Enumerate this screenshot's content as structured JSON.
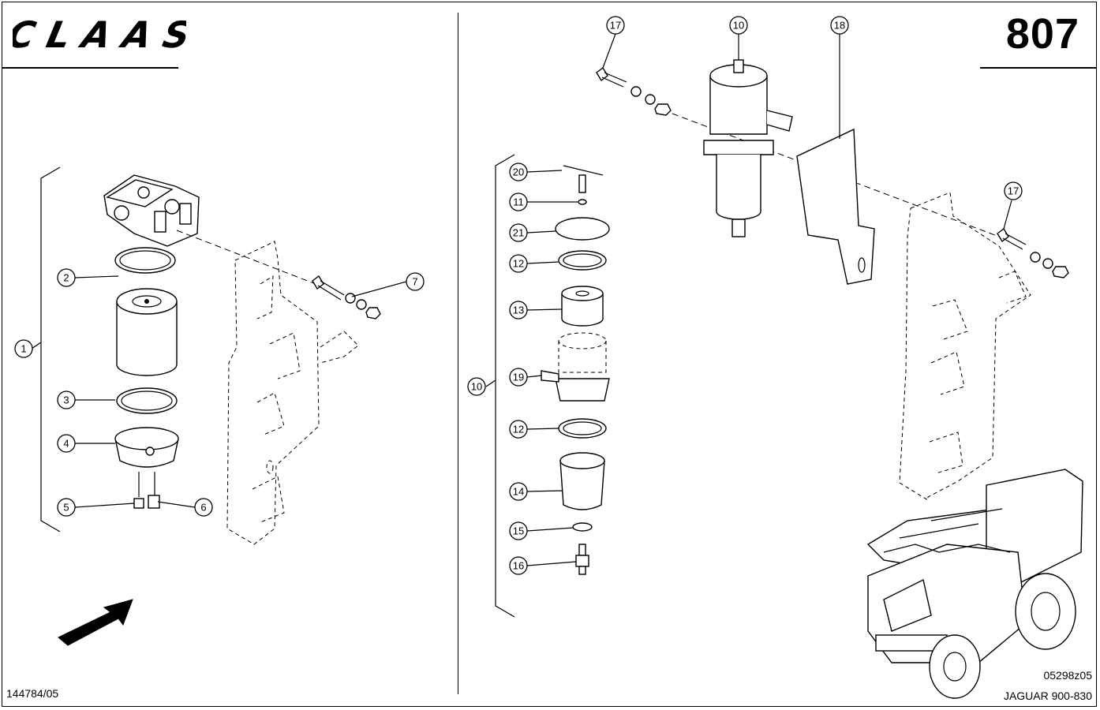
{
  "header": {
    "brand": "CLAAS",
    "sheet_number": "807"
  },
  "footer": {
    "left_ref": "144784/05",
    "right_ref": "05298z05",
    "model": "JAGUAR 900-830"
  },
  "callouts": {
    "c1": "1",
    "c2": "2",
    "c3": "3",
    "c4": "4",
    "c5": "5",
    "c6": "6",
    "c7": "7",
    "c17a": "17",
    "c10a": "10",
    "c18": "18",
    "c17b": "17",
    "c20": "20",
    "c11": "11",
    "c21": "21",
    "c12a": "12",
    "c13": "13",
    "c19": "19",
    "c10b": "10",
    "c12b": "12",
    "c14": "14",
    "c15": "15",
    "c16": "16"
  }
}
